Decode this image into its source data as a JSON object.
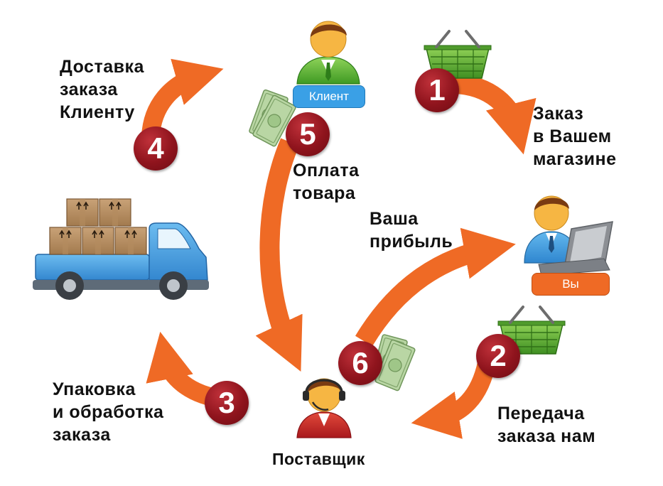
{
  "roles": {
    "client": "Клиент",
    "you": "Вы",
    "supplier": "Поставщик"
  },
  "steps": [
    {
      "number": "1",
      "label": "Заказ\nв Вашем\nмагазине"
    },
    {
      "number": "2",
      "label": "Передача\nзаказа нам"
    },
    {
      "number": "3",
      "label": "Упаковка\nи обработка\nзаказа"
    },
    {
      "number": "4",
      "label": "Доставка\nзаказа\nКлиенту"
    },
    {
      "number": "5",
      "label": "Оплата\nтовара"
    },
    {
      "number": "6",
      "label": "Ваша\nприбыль"
    }
  ],
  "colors": {
    "arrow": "#ef6a25",
    "step_circle": "#8f141d",
    "client_badge": "#3aa0e6",
    "you_badge": "#ef6a25",
    "basket": "#5fb33a",
    "truck": "#4a9fe0"
  },
  "icons": [
    "client-avatar-icon",
    "you-at-laptop-icon",
    "supplier-headset-icon",
    "basket-icon",
    "money-icon",
    "truck-icon",
    "box-icon"
  ]
}
